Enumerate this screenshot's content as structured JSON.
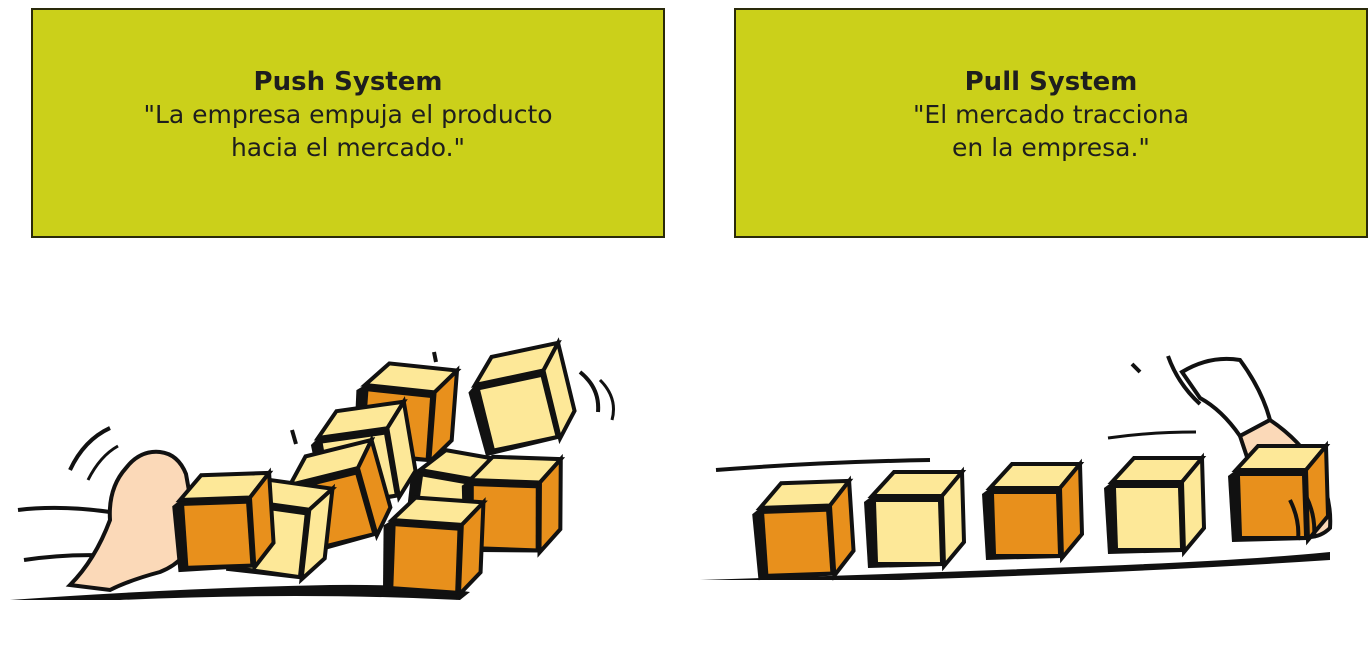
{
  "push": {
    "title": "Push System",
    "line1": "\"La empresa empuja el producto",
    "line2": "hacia el mercado.\""
  },
  "pull": {
    "title": "Pull System",
    "line1": "\"El mercado tracciona",
    "line2": "en la empresa.\""
  },
  "colors": {
    "panel": "#cbd01a",
    "cube_orange": "#e8901c",
    "cube_cream": "#fde898",
    "skin": "#fbd9b8"
  }
}
